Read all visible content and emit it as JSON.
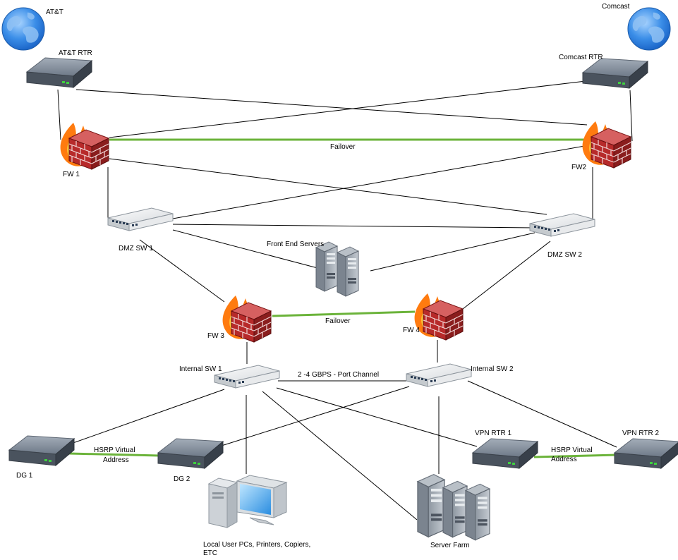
{
  "colors": {
    "link": "#000000",
    "failover_link": "#6bb33a",
    "background": "#ffffff"
  },
  "nodes": {
    "att": {
      "label": "AT&T",
      "icon": "globe-icon"
    },
    "comcast": {
      "label": "Comcast",
      "icon": "globe-icon"
    },
    "att_rtr": {
      "label": "AT&T RTR",
      "icon": "router-icon"
    },
    "comcast_rtr": {
      "label": "Comcast RTR",
      "icon": "router-icon"
    },
    "fw1": {
      "label": "FW 1",
      "icon": "firewall-icon"
    },
    "fw2": {
      "label": "FW2",
      "icon": "firewall-icon"
    },
    "dmz_sw1": {
      "label": "DMZ SW 1",
      "icon": "switch-icon"
    },
    "dmz_sw2": {
      "label": "DMZ SW 2",
      "icon": "switch-icon"
    },
    "front_end": {
      "label": "Front End Servers",
      "icon": "server-icon"
    },
    "fw3": {
      "label": "FW 3",
      "icon": "firewall-icon"
    },
    "fw4": {
      "label": "FW 4",
      "icon": "firewall-icon"
    },
    "int_sw1": {
      "label": "Internal SW 1",
      "icon": "switch-icon"
    },
    "int_sw2": {
      "label": "Internal SW 2",
      "icon": "switch-icon"
    },
    "dg1": {
      "label": "DG 1",
      "icon": "router-icon"
    },
    "dg2": {
      "label": "DG 2",
      "icon": "router-icon"
    },
    "vpn1": {
      "label": "VPN RTR 1",
      "icon": "router-icon"
    },
    "vpn2": {
      "label": "VPN RTR 2",
      "icon": "router-icon"
    },
    "local_pcs": {
      "label_line1": "Local User PCs, Printers, Copiers,",
      "label_line2": "ETC",
      "icon": "desktop-pc-icon"
    },
    "server_farm": {
      "label": "Server Farm",
      "icon": "server-rack-icon"
    }
  },
  "link_labels": {
    "failover_top": "Failover",
    "failover_mid": "Failover",
    "port_channel": "2 -4 GBPS - Port Channel",
    "hsrp_dg": {
      "line1": "HSRP Virtual",
      "line2": "Address"
    },
    "hsrp_vpn": {
      "line1": "HSRP Virtual",
      "line2": "Address"
    }
  }
}
